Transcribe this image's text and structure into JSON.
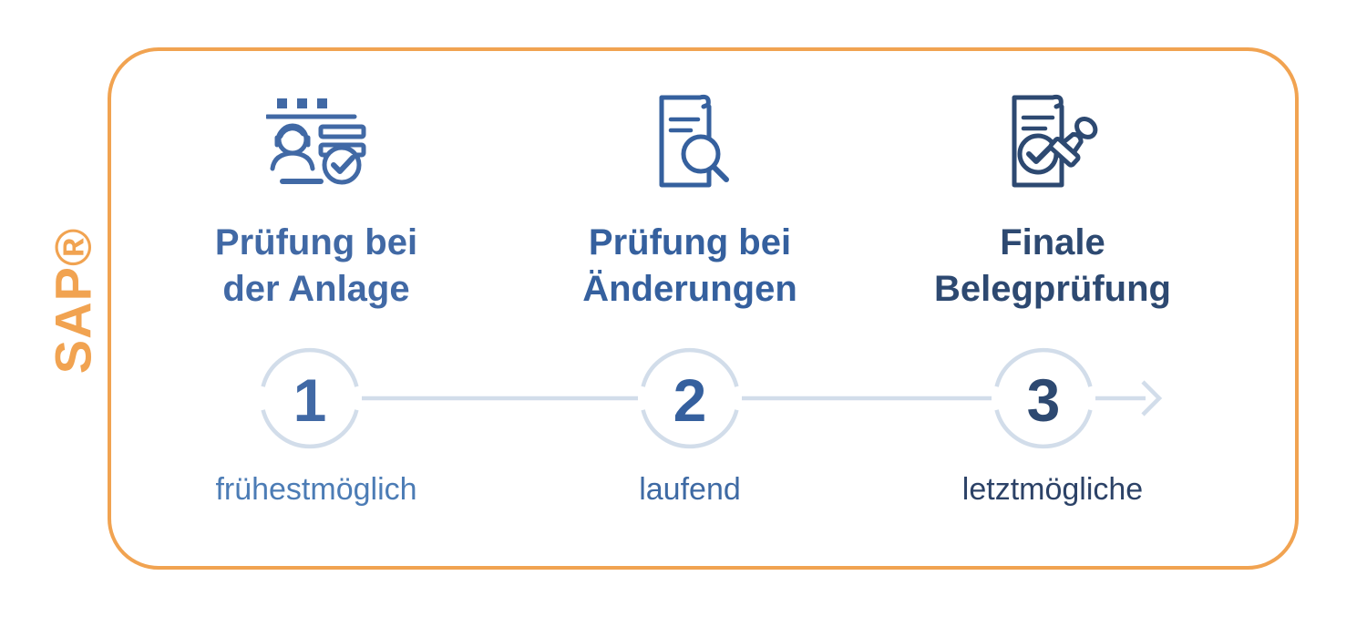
{
  "brand": {
    "logo": "SAP®"
  },
  "colors": {
    "frame_orange": "#F1A351",
    "timeline_line": "#D2DDEA",
    "step1_accent": "#4169A5",
    "step1_caption": "#4C7CB5",
    "step2_accent": "#35609E",
    "step2_caption": "#3E6AA4",
    "step3_accent": "#2D4971",
    "step3_caption": "#2C4267"
  },
  "steps": [
    {
      "number": "1",
      "title_line1": "Prüfung bei",
      "title_line2": "der Anlage",
      "caption": "frühestmöglich"
    },
    {
      "number": "2",
      "title_line1": "Prüfung bei",
      "title_line2": "Änderungen",
      "caption": "laufend"
    },
    {
      "number": "3",
      "title_line1": "Finale",
      "title_line2": "Belegprüfung",
      "caption": "letztmögliche"
    }
  ]
}
